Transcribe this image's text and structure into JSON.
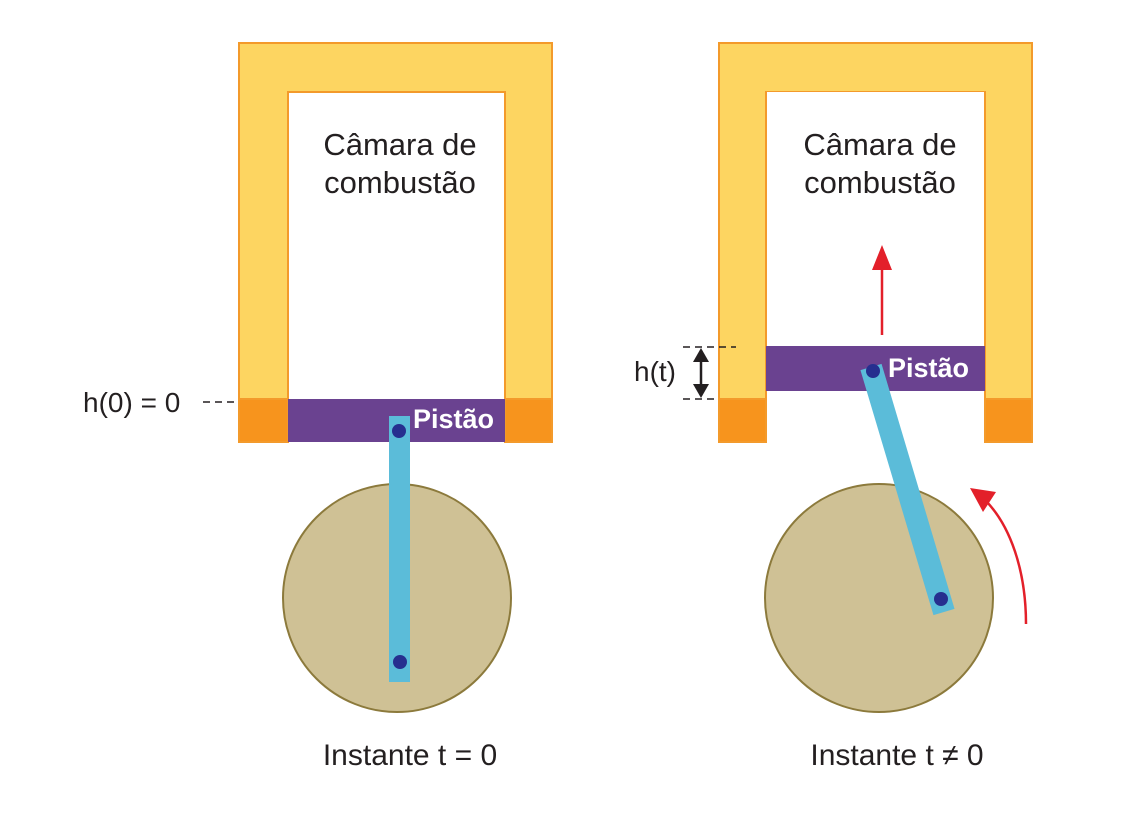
{
  "left_panel": {
    "chamber_label_line1": "Câmara de",
    "chamber_label_line2": "combustão",
    "piston_label": "Pistão",
    "height_label": "h(0) = 0",
    "caption": "Instante t = 0"
  },
  "right_panel": {
    "chamber_label_line1": "Câmara de",
    "chamber_label_line2": "combustão",
    "piston_label": "Pistão",
    "height_label": "h(t)",
    "caption": "Instante t ≠ 0"
  },
  "colors": {
    "cylinder_wall": "#fdd561",
    "cylinder_outline": "#f39a2b",
    "cylinder_base_block": "#f7941d",
    "piston": "#6a4290",
    "connecting_rod": "#5bbcd9",
    "pin": "#262f8f",
    "crank_wheel": "#cfc195",
    "crank_wheel_outline": "#8c7a3c",
    "motion_arrow": "#e3202a",
    "text": "#231f20"
  }
}
